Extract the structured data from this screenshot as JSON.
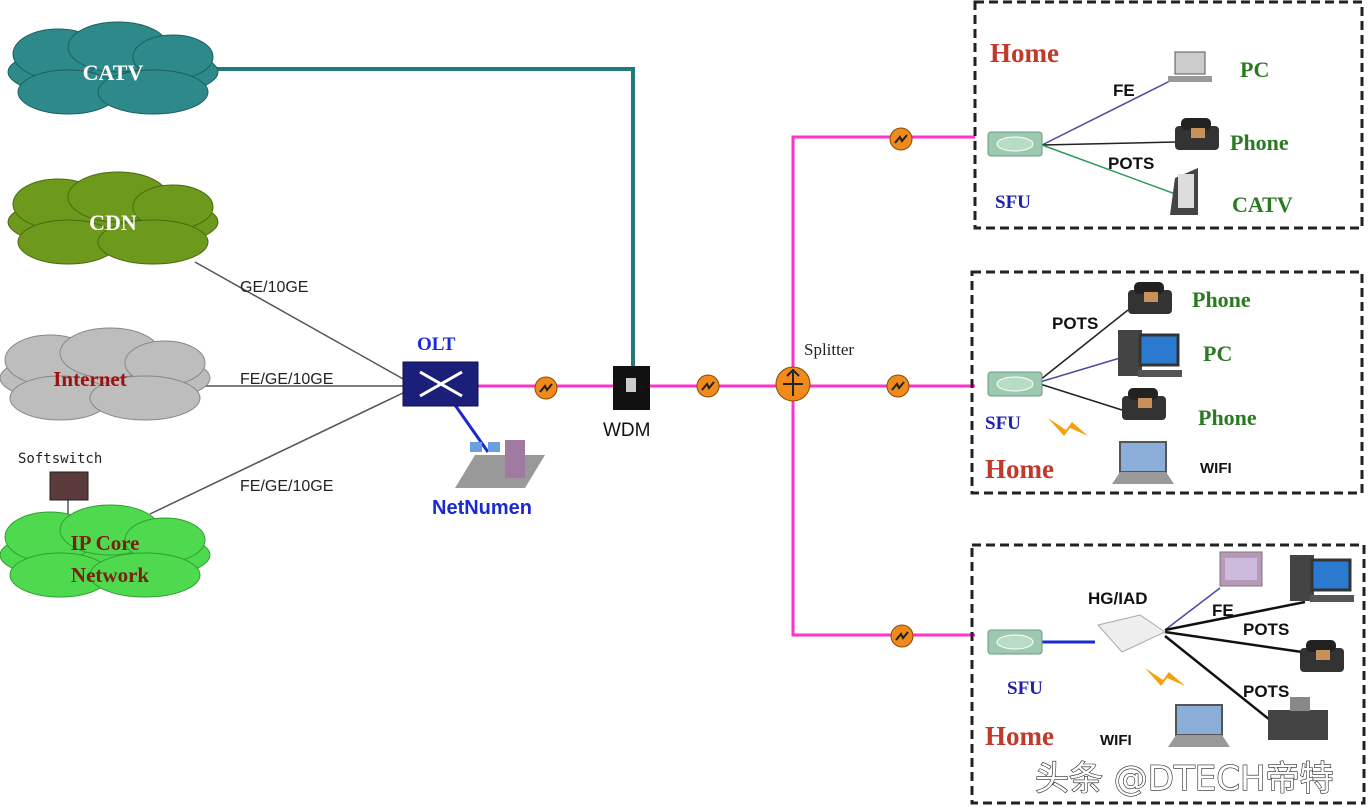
{
  "clouds": {
    "catv": "CATV",
    "cdn": "CDN",
    "internet": "Internet",
    "ipcore_line1": "IP Core",
    "ipcore_line2": "Network"
  },
  "links": {
    "cdn": "GE/10GE",
    "internet": "FE/GE/10GE",
    "ipcore": "FE/GE/10GE"
  },
  "nodes": {
    "softswitch": "Softswitch",
    "olt": "OLT",
    "netnumen": "NetNumen",
    "wdm": "WDM",
    "splitter": "Splitter"
  },
  "home1": {
    "title": "Home",
    "sfu": "SFU",
    "fe": "FE",
    "pots": "POTS",
    "pc": "PC",
    "phone": "Phone",
    "catv": "CATV"
  },
  "home2": {
    "title": "Home",
    "sfu": "SFU",
    "pots": "POTS",
    "phone1": "Phone",
    "pc": "PC",
    "phone2": "Phone",
    "wifi": "WIFI"
  },
  "home3": {
    "title": "Home",
    "sfu": "SFU",
    "hg": "HG/IAD",
    "fe": "FE",
    "pots1": "POTS",
    "pots2": "POTS",
    "wifi": "WIFI"
  },
  "watermark": "头条 @DTECH帝特",
  "colors": {
    "fiber": "#ff33cc",
    "catv_line": "#237a7a",
    "home_title": "#c0392b",
    "device_label": "#2b7a23",
    "sfu_label": "#2020b0"
  }
}
